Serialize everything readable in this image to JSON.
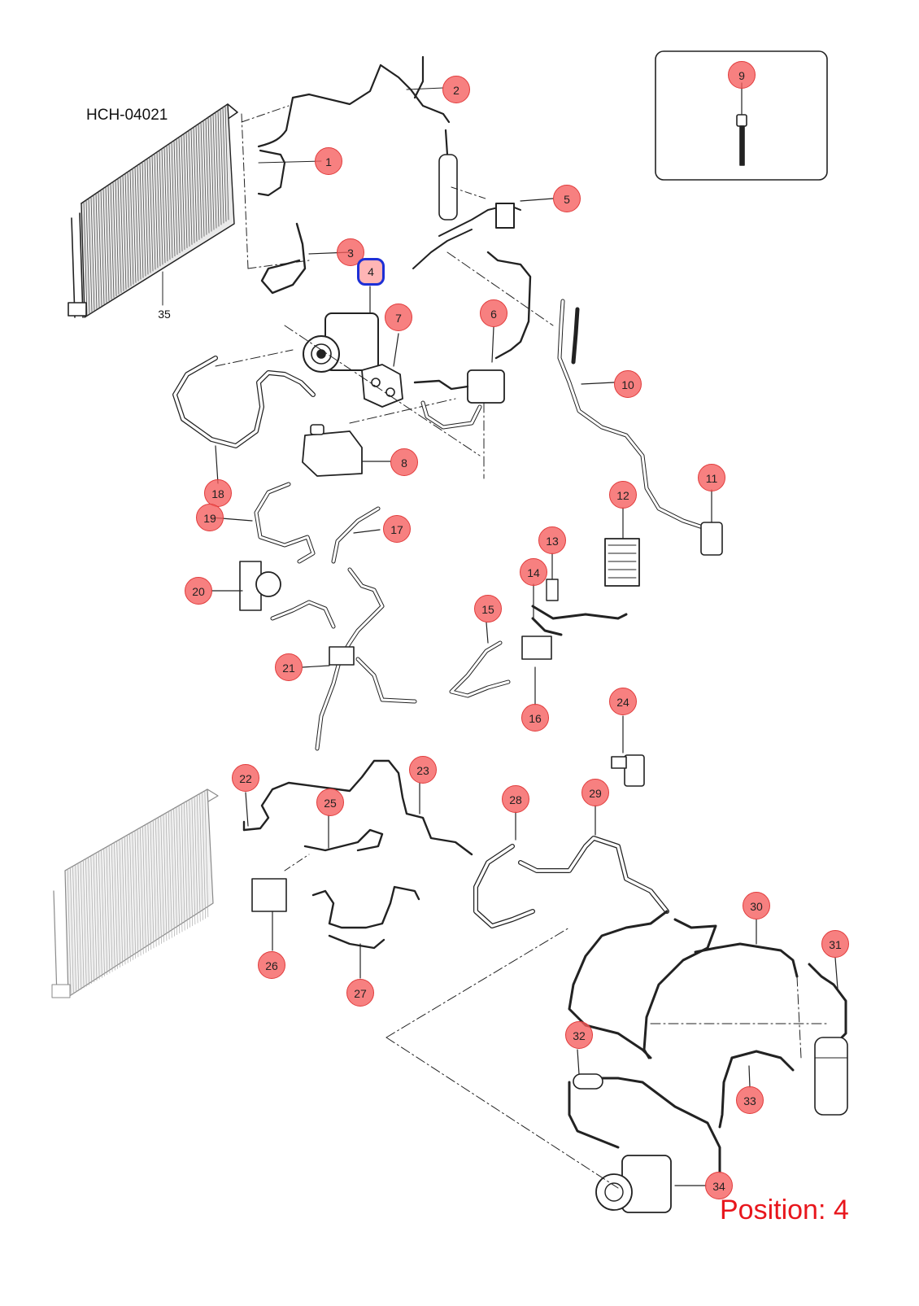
{
  "diagram_code": "HCH-04021",
  "position_label": "Position: 4",
  "selected_callout": "4",
  "accent_color": "#e8161c",
  "callout_fill": "#f55c5c",
  "selection_color": "#1d2fd6",
  "callouts": [
    {
      "num": "1"
    },
    {
      "num": "2"
    },
    {
      "num": "3"
    },
    {
      "num": "4"
    },
    {
      "num": "5"
    },
    {
      "num": "6"
    },
    {
      "num": "7"
    },
    {
      "num": "8"
    },
    {
      "num": "9"
    },
    {
      "num": "10"
    },
    {
      "num": "11"
    },
    {
      "num": "12"
    },
    {
      "num": "13"
    },
    {
      "num": "14"
    },
    {
      "num": "15"
    },
    {
      "num": "16"
    },
    {
      "num": "17"
    },
    {
      "num": "18"
    },
    {
      "num": "19"
    },
    {
      "num": "20"
    },
    {
      "num": "21"
    },
    {
      "num": "22"
    },
    {
      "num": "23"
    },
    {
      "num": "24"
    },
    {
      "num": "25"
    },
    {
      "num": "26"
    },
    {
      "num": "27"
    },
    {
      "num": "28"
    },
    {
      "num": "29"
    },
    {
      "num": "30"
    },
    {
      "num": "31"
    },
    {
      "num": "32"
    },
    {
      "num": "33"
    },
    {
      "num": "34"
    }
  ],
  "plain_labels": [
    {
      "num": "35"
    }
  ]
}
